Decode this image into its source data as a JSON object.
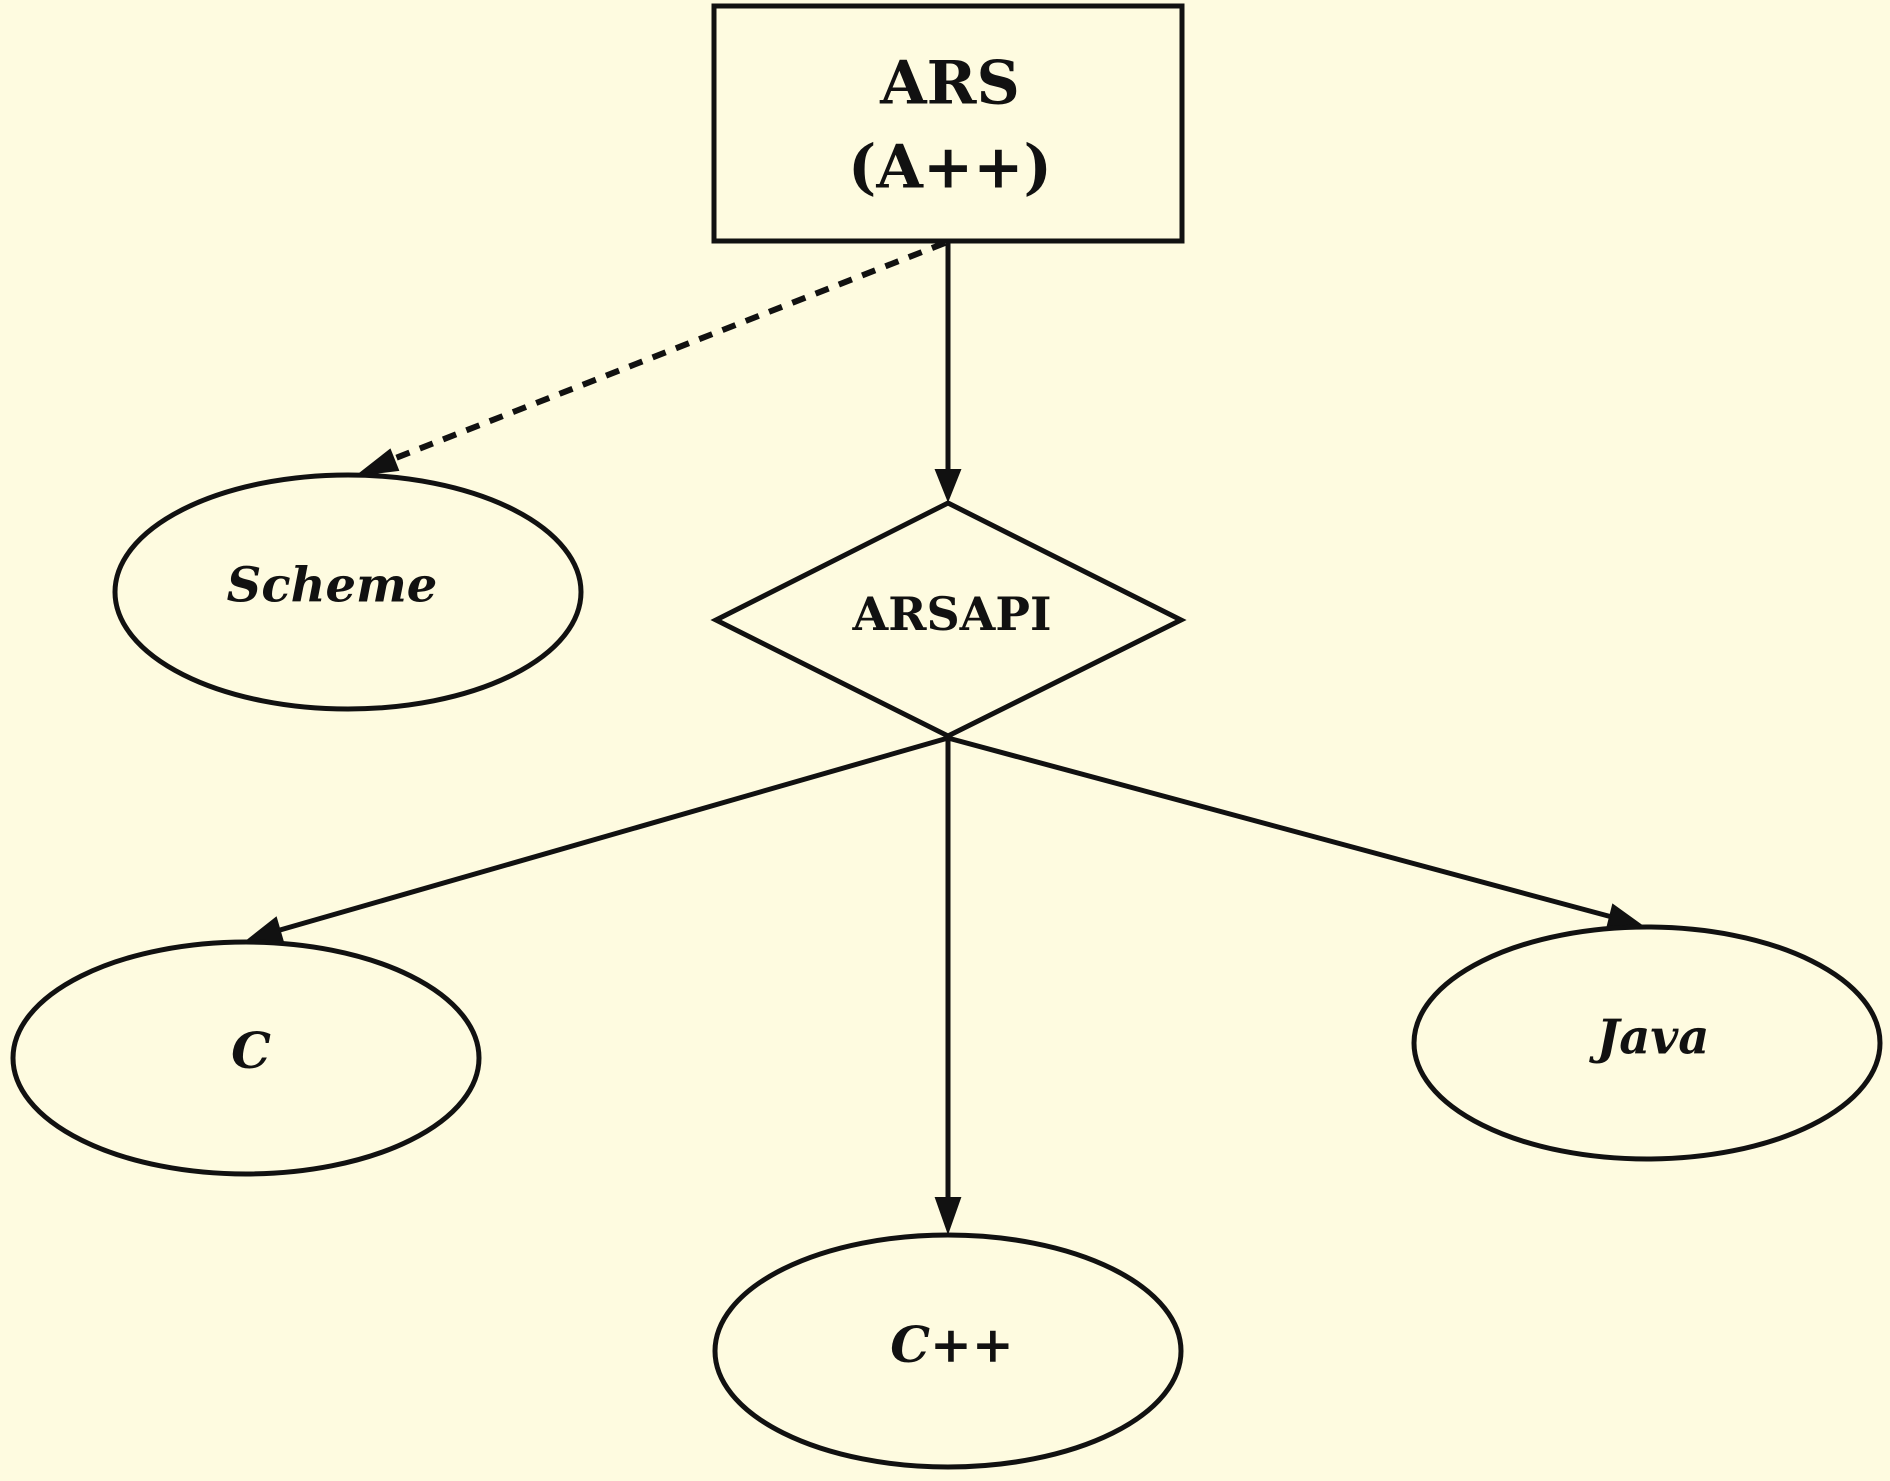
{
  "diagram": {
    "nodes": {
      "ars": {
        "line1": "ARS",
        "line2": "(A++)"
      },
      "arsapi": {
        "label": "ARSAPI"
      },
      "scheme": {
        "label": "Scheme"
      },
      "c": {
        "label": "C"
      },
      "cpp": {
        "label": "C++"
      },
      "java": {
        "label": "Java"
      }
    },
    "edges": [
      {
        "from": "ARS (A++)",
        "to": "Scheme",
        "style": "dashed"
      },
      {
        "from": "ARS (A++)",
        "to": "ARSAPI",
        "style": "solid"
      },
      {
        "from": "ARSAPI",
        "to": "C",
        "style": "solid"
      },
      {
        "from": "ARSAPI",
        "to": "C++",
        "style": "solid"
      },
      {
        "from": "ARSAPI",
        "to": "Java",
        "style": "solid"
      }
    ],
    "colors": {
      "background": "#fefbe0",
      "stroke": "#111111"
    }
  }
}
